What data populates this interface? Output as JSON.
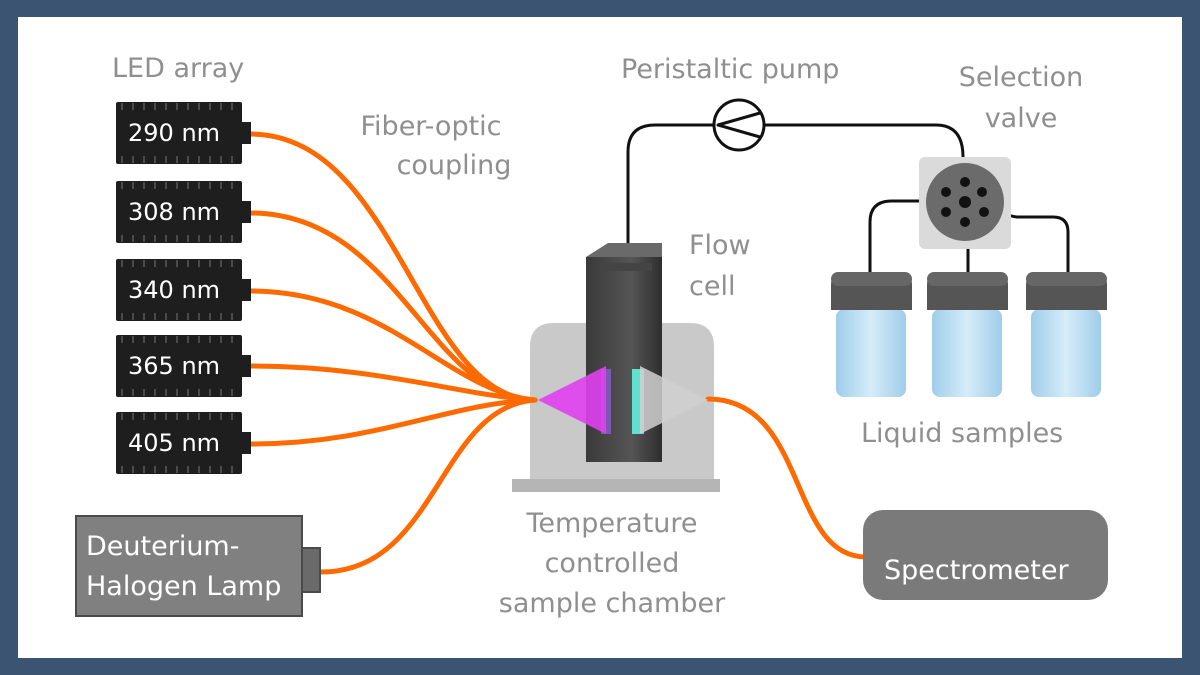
{
  "labels": {
    "led_array": "LED array",
    "fiber_optic": [
      "Fiber-optic",
      "coupling"
    ],
    "peristaltic_pump": "Peristaltic pump",
    "selection_valve": [
      "Selection",
      "valve"
    ],
    "flow_cell": [
      "Flow",
      "cell"
    ],
    "liquid_samples": "Liquid samples",
    "sample_chamber": [
      "Temperature",
      "controlled",
      "sample chamber"
    ]
  },
  "leds": [
    {
      "wavelength": "290 nm"
    },
    {
      "wavelength": "308 nm"
    },
    {
      "wavelength": "340 nm"
    },
    {
      "wavelength": "365 nm"
    },
    {
      "wavelength": "405 nm"
    }
  ],
  "lamp": {
    "label": [
      "Deuterium-",
      "Halogen Lamp"
    ]
  },
  "spectrometer": {
    "label": "Spectrometer"
  },
  "colors": {
    "border": "#3b5471",
    "fiber": "#ff6a00",
    "label_text": "#8f8f8f",
    "led_body": "#1e1e1e",
    "equipment": "#7a7a7a",
    "chamber": "#c9c9c9",
    "incident_light": "#e040f0",
    "transmitted_light": "#5fe0d0",
    "sample_liquid": "#bfe0f5"
  },
  "icons": [
    "pump-symbol-icon",
    "valve-port-icon"
  ]
}
